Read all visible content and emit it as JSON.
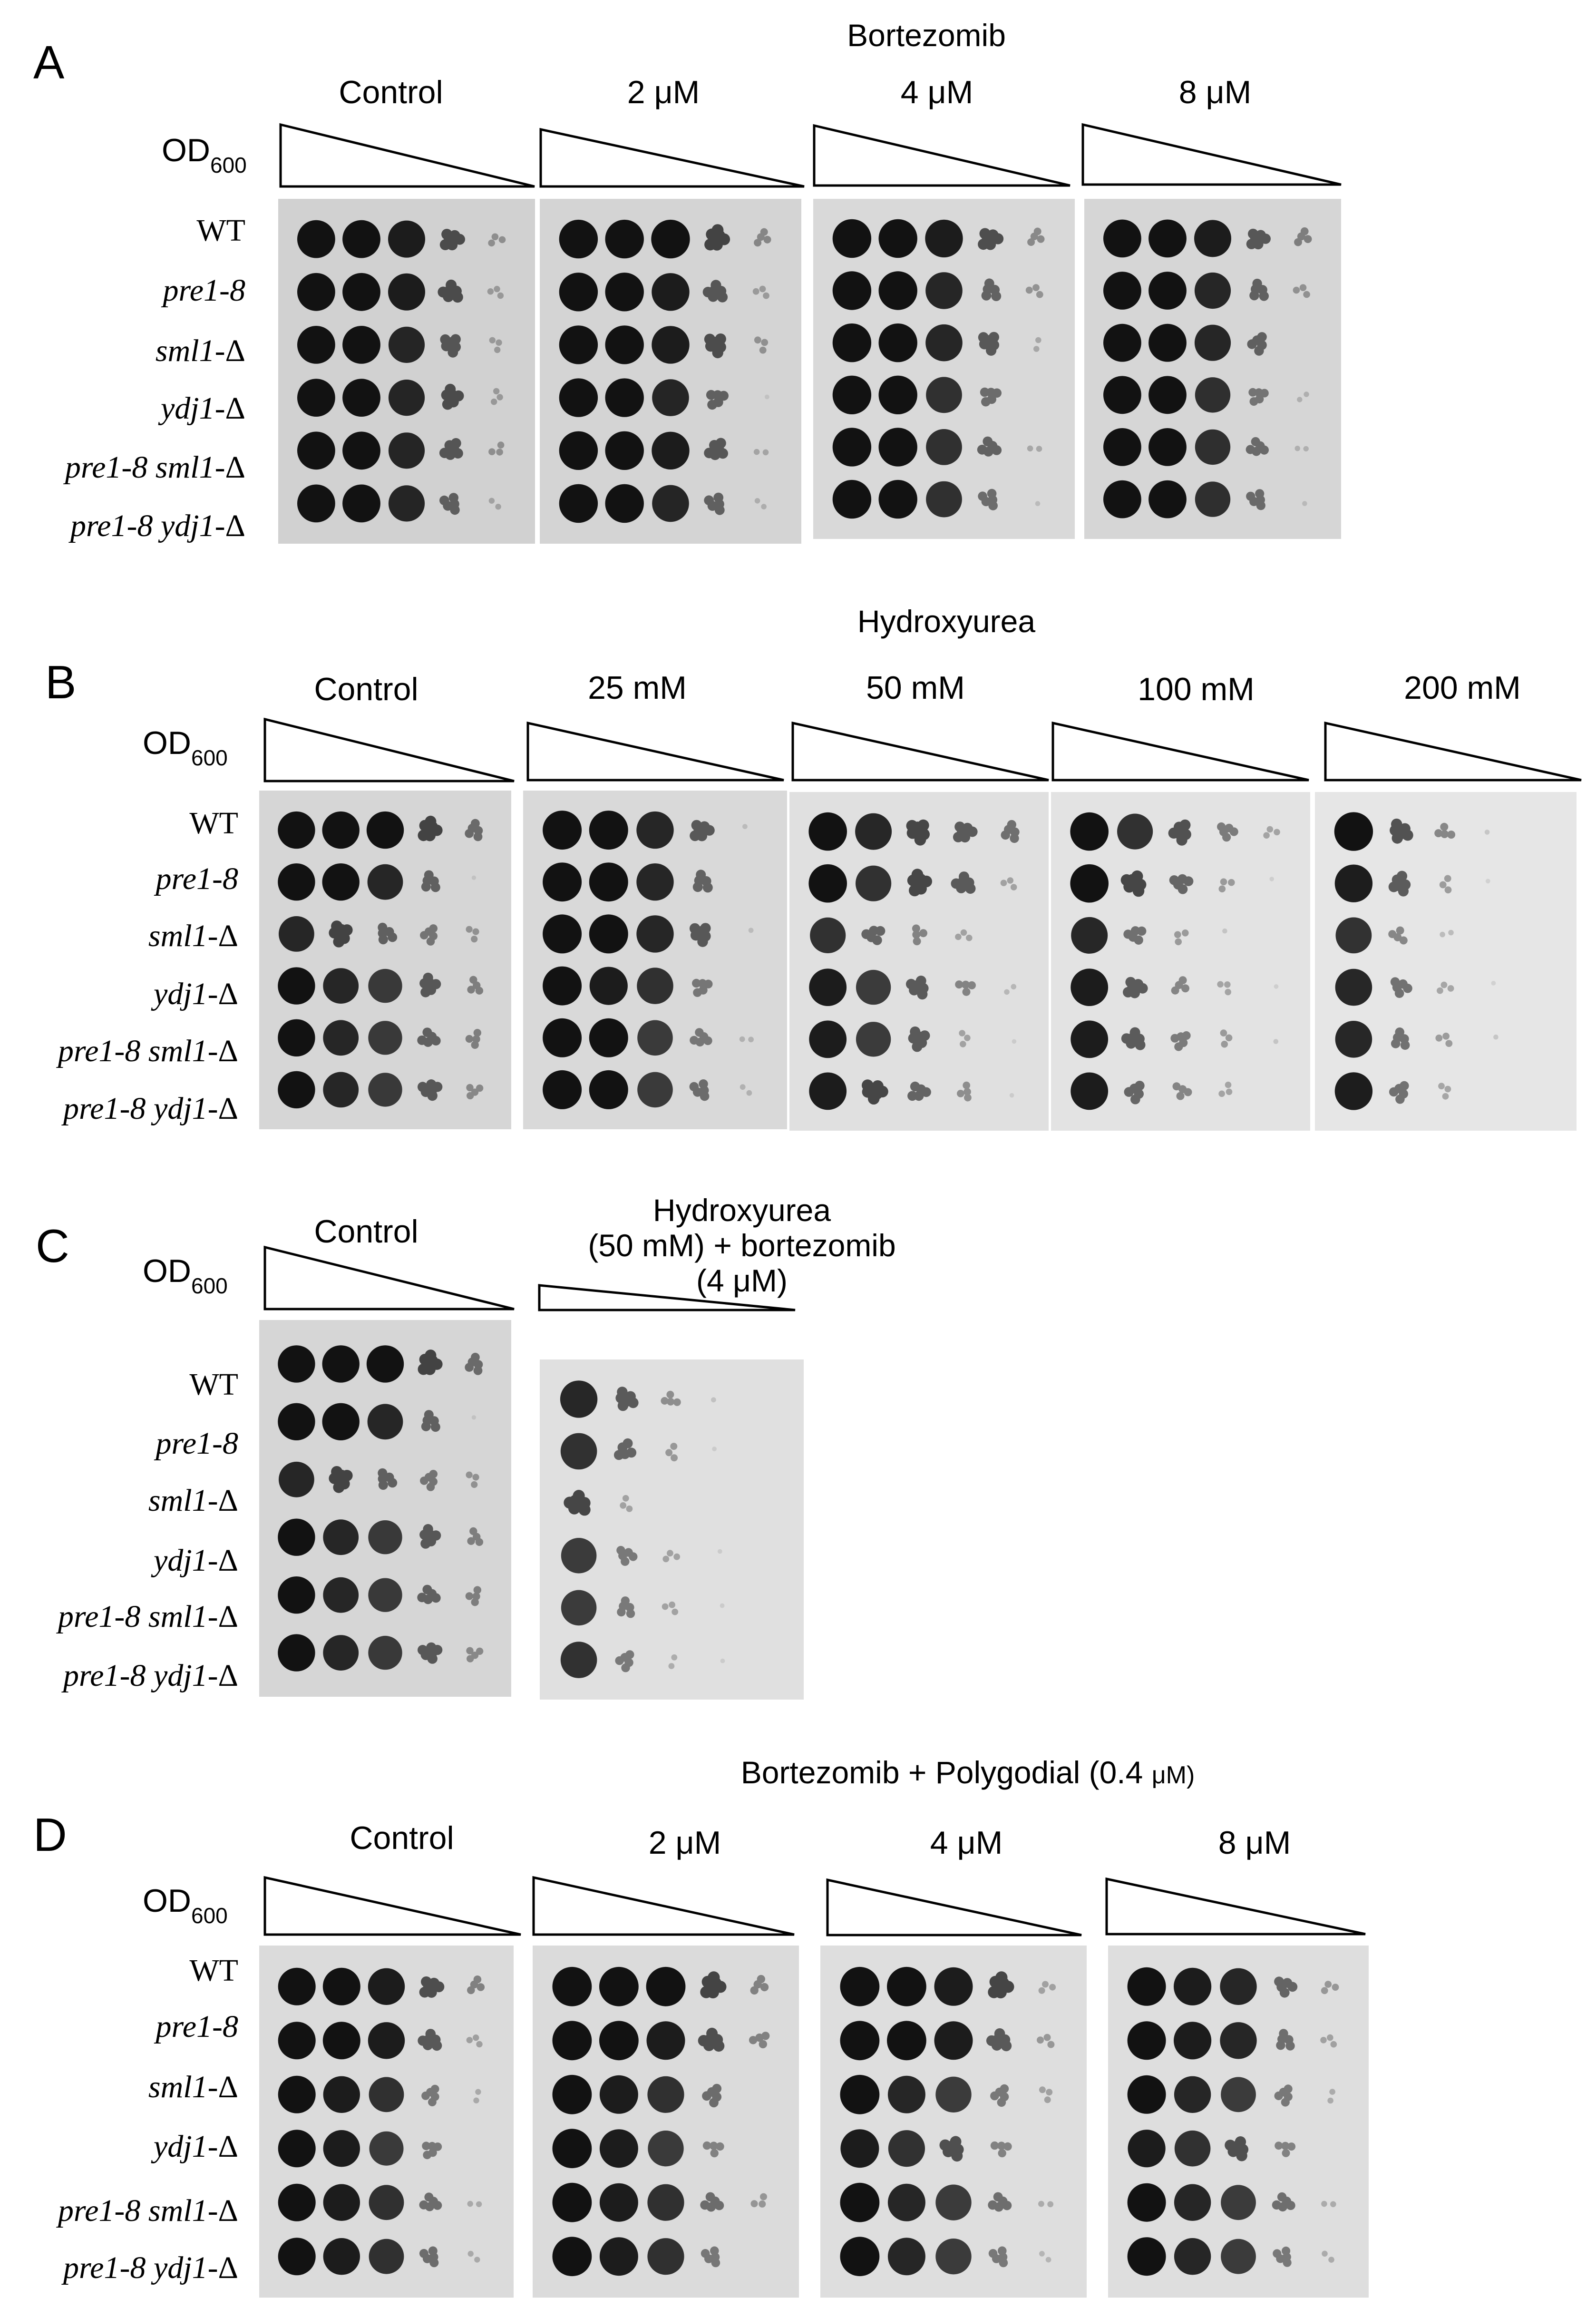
{
  "strains": [
    {
      "italic": "",
      "plain": "WT"
    },
    {
      "italic": "pre1-8",
      "plain": ""
    },
    {
      "italic": "sml1",
      "plain": "-Δ"
    },
    {
      "italic": "ydj1",
      "plain": "-Δ"
    },
    {
      "italic": "pre1-8 sml1",
      "plain": "-Δ"
    },
    {
      "italic": "pre1-8 ydj1",
      "plain": "-Δ"
    }
  ],
  "od_label": {
    "main": "OD",
    "sub": "600"
  },
  "colors": {
    "background": "#ffffff",
    "text": "#000000",
    "colony": "#111111"
  },
  "panels": [
    {
      "letter": "A",
      "treatment": {
        "line1": "Bortezomib",
        "line2": "",
        "line3": "",
        "unit": ""
      },
      "plates": [
        {
          "label": "Control",
          "tone": 0.82,
          "growth": [
            [
              1,
              1,
              0.95,
              0.7,
              0.35
            ],
            [
              1,
              1,
              0.95,
              0.7,
              0.3
            ],
            [
              1,
              1,
              0.9,
              0.65,
              0.3
            ],
            [
              1,
              1,
              0.9,
              0.7,
              0.3
            ],
            [
              1,
              1,
              0.9,
              0.65,
              0.35
            ],
            [
              1,
              1,
              0.9,
              0.6,
              0.25
            ]
          ]
        },
        {
          "label": "2 μM",
          "tone": 0.83,
          "growth": [
            [
              1,
              1,
              1,
              0.75,
              0.4
            ],
            [
              1,
              1,
              0.95,
              0.65,
              0.3
            ],
            [
              1,
              1,
              0.95,
              0.7,
              0.35
            ],
            [
              1,
              1,
              0.9,
              0.6,
              0.1
            ],
            [
              1,
              1,
              0.95,
              0.65,
              0.25
            ],
            [
              1,
              1,
              0.9,
              0.6,
              0.2
            ]
          ]
        },
        {
          "label": "4 μM",
          "tone": 0.85,
          "growth": [
            [
              1,
              1,
              0.95,
              0.7,
              0.4
            ],
            [
              1,
              1,
              0.9,
              0.6,
              0.35
            ],
            [
              1,
              1,
              0.9,
              0.65,
              0.25
            ],
            [
              1,
              1,
              0.85,
              0.55,
              0.0
            ],
            [
              1,
              1,
              0.85,
              0.6,
              0.25
            ],
            [
              1,
              1,
              0.85,
              0.55,
              0.15
            ]
          ]
        },
        {
          "label": "8 μM",
          "tone": 0.84,
          "growth": [
            [
              1,
              1,
              0.95,
              0.65,
              0.45
            ],
            [
              1,
              1,
              0.9,
              0.6,
              0.35
            ],
            [
              1,
              1,
              0.9,
              0.6,
              0.0
            ],
            [
              1,
              1,
              0.85,
              0.5,
              0.2
            ],
            [
              1,
              1,
              0.85,
              0.55,
              0.2
            ],
            [
              1,
              1,
              0.85,
              0.55,
              0.15
            ]
          ]
        }
      ]
    },
    {
      "letter": "B",
      "treatment": {
        "line1": "Hydroxyurea",
        "line2": "",
        "line3": "",
        "unit": ""
      },
      "plates": [
        {
          "label": "Control",
          "tone": 0.84,
          "growth": [
            [
              1,
              1,
              1,
              0.75,
              0.55
            ],
            [
              1,
              1,
              0.9,
              0.6,
              0.1
            ],
            [
              0.9,
              0.75,
              0.6,
              0.5,
              0.35
            ],
            [
              1,
              0.9,
              0.8,
              0.65,
              0.45
            ],
            [
              1,
              0.9,
              0.8,
              0.6,
              0.45
            ],
            [
              1,
              0.9,
              0.8,
              0.65,
              0.4
            ]
          ]
        },
        {
          "label": "25 mM",
          "tone": 0.85,
          "growth": [
            [
              1,
              1,
              0.9,
              0.65,
              0.15
            ],
            [
              1,
              1,
              0.9,
              0.6,
              0.0
            ],
            [
              1,
              1,
              0.9,
              0.65,
              0.15
            ],
            [
              1,
              0.95,
              0.85,
              0.5,
              0.0
            ],
            [
              1,
              1,
              0.8,
              0.5,
              0.2
            ],
            [
              1,
              1,
              0.8,
              0.55,
              0.2
            ]
          ]
        },
        {
          "label": "50 mM",
          "tone": 0.88,
          "growth": [
            [
              1,
              0.9,
              0.75,
              0.65,
              0.55
            ],
            [
              1,
              0.85,
              0.75,
              0.65,
              0.3
            ],
            [
              0.85,
              0.6,
              0.45,
              0.3,
              0.0
            ],
            [
              0.95,
              0.8,
              0.65,
              0.45,
              0.2
            ],
            [
              0.95,
              0.8,
              0.65,
              0.3,
              0.1
            ],
            [
              0.95,
              0.75,
              0.6,
              0.4,
              0.1
            ]
          ]
        },
        {
          "label": "100 mM",
          "tone": 0.89,
          "growth": [
            [
              1,
              0.85,
              0.7,
              0.5,
              0.3
            ],
            [
              1,
              0.75,
              0.6,
              0.35,
              0.1
            ],
            [
              0.9,
              0.55,
              0.35,
              0.15,
              0.0
            ],
            [
              0.95,
              0.65,
              0.45,
              0.3,
              0.1
            ],
            [
              0.95,
              0.65,
              0.5,
              0.35,
              0.15
            ],
            [
              0.95,
              0.6,
              0.45,
              0.3,
              0.0
            ]
          ]
        },
        {
          "label": "200 mM",
          "tone": 0.9,
          "growth": [
            [
              1,
              0.7,
              0.45,
              0.15,
              0.0
            ],
            [
              0.95,
              0.65,
              0.35,
              0.1,
              0.0
            ],
            [
              0.85,
              0.45,
              0.2,
              0.0,
              0.0
            ],
            [
              0.9,
              0.55,
              0.3,
              0.1,
              0.0
            ],
            [
              0.9,
              0.55,
              0.35,
              0.15,
              0.0
            ],
            [
              0.95,
              0.55,
              0.3,
              0.0,
              0.0
            ]
          ]
        }
      ]
    },
    {
      "letter": "C",
      "treatment": {
        "line1": "Hydroxyurea",
        "line2": "(50 mM) + bortezomib",
        "line3": "(4 μM)",
        "unit": ""
      },
      "plates": [
        {
          "label": "Control",
          "tone": 0.84,
          "growth": [
            [
              1,
              1,
              1,
              0.75,
              0.55
            ],
            [
              1,
              1,
              0.9,
              0.6,
              0.1
            ],
            [
              0.9,
              0.75,
              0.6,
              0.5,
              0.35
            ],
            [
              1,
              0.9,
              0.8,
              0.65,
              0.45
            ],
            [
              1,
              0.9,
              0.8,
              0.6,
              0.45
            ],
            [
              1,
              0.9,
              0.8,
              0.65,
              0.4
            ]
          ]
        },
        {
          "label": "",
          "tone": 0.88,
          "growth": [
            [
              0.9,
              0.65,
              0.4,
              0.15,
              0.0
            ],
            [
              0.85,
              0.6,
              0.35,
              0.1,
              0.0
            ],
            [
              0.75,
              0.3,
              0.0,
              0.0,
              0.0
            ],
            [
              0.8,
              0.5,
              0.3,
              0.1,
              0.0
            ],
            [
              0.8,
              0.5,
              0.3,
              0.1,
              0.0
            ],
            [
              0.85,
              0.5,
              0.25,
              0.1,
              0.0
            ]
          ]
        }
      ]
    },
    {
      "letter": "D",
      "treatment": {
        "line1": "Bortezomib + Polygodial (0.4 ",
        "line2": "",
        "line3": "",
        "unit": "μM)"
      },
      "plates": [
        {
          "label": "Control",
          "tone": 0.86,
          "growth": [
            [
              1,
              1,
              0.95,
              0.7,
              0.45
            ],
            [
              1,
              1,
              0.95,
              0.65,
              0.3
            ],
            [
              1,
              0.95,
              0.85,
              0.5,
              0.25
            ],
            [
              1,
              0.95,
              0.8,
              0.5,
              0.0
            ],
            [
              1,
              0.95,
              0.85,
              0.55,
              0.25
            ],
            [
              1,
              0.95,
              0.85,
              0.55,
              0.25
            ]
          ]
        },
        {
          "label": "2 μM",
          "tone": 0.86,
          "growth": [
            [
              1,
              1,
              1,
              0.75,
              0.45
            ],
            [
              1,
              1,
              0.95,
              0.7,
              0.45
            ],
            [
              1,
              0.95,
              0.85,
              0.55,
              0.0
            ],
            [
              1,
              0.95,
              0.8,
              0.45,
              0.0
            ],
            [
              1,
              0.95,
              0.85,
              0.55,
              0.35
            ],
            [
              1,
              0.95,
              0.85,
              0.5,
              0.0
            ]
          ]
        },
        {
          "label": "4 μM",
          "tone": 0.87,
          "growth": [
            [
              1,
              1,
              0.95,
              0.75,
              0.3
            ],
            [
              1,
              1,
              0.95,
              0.65,
              0.35
            ],
            [
              1,
              0.9,
              0.8,
              0.5,
              0.3
            ],
            [
              0.95,
              0.85,
              0.7,
              0.45,
              0.0
            ],
            [
              1,
              0.9,
              0.8,
              0.55,
              0.25
            ],
            [
              1,
              0.9,
              0.8,
              0.5,
              0.2
            ]
          ]
        },
        {
          "label": "8 μM",
          "tone": 0.87,
          "growth": [
            [
              1,
              0.95,
              0.9,
              0.6,
              0.35
            ],
            [
              1,
              0.95,
              0.9,
              0.55,
              0.3
            ],
            [
              1,
              0.9,
              0.8,
              0.5,
              0.25
            ],
            [
              0.95,
              0.85,
              0.7,
              0.45,
              0.0
            ],
            [
              1,
              0.9,
              0.8,
              0.55,
              0.25
            ],
            [
              1,
              0.9,
              0.8,
              0.5,
              0.25
            ]
          ]
        }
      ]
    }
  ]
}
